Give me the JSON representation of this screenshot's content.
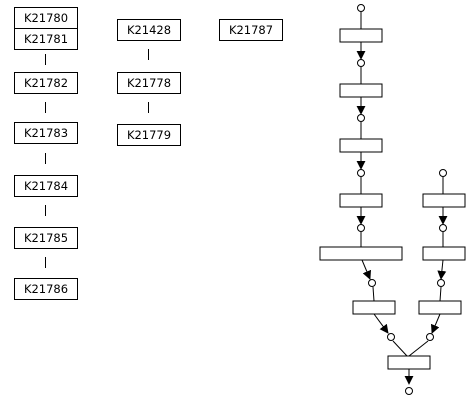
{
  "nodes": {
    "k21780": "K21780",
    "k21781": "K21781",
    "k21782": "K21782",
    "k21783": "K21783",
    "k21784": "K21784",
    "k21785": "K21785",
    "k21786": "K21786",
    "k21428": "K21428",
    "k21778": "K21778",
    "k21779": "K21779",
    "k21787": "K21787"
  }
}
